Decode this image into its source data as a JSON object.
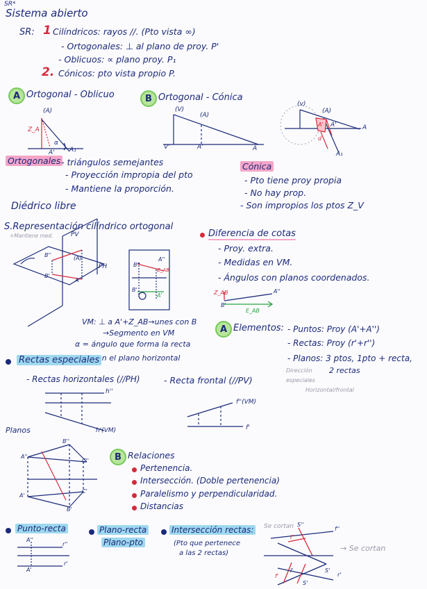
{
  "header": {
    "sr_mark": "SR*",
    "title": "Sistema abierto"
  },
  "sr": {
    "label": "SR:",
    "n1": "1",
    "line1": "Cilíndricos: rayos //. (Pto vista ∞)",
    "line1a": "- Ortogonales: ⊥ al plano de proy. P'",
    "line1b": "- Oblicuos: ∝ plano proy. P₁",
    "n2": "2.",
    "line2": "Cónicos: pto vista propio P."
  },
  "sectionA": {
    "badge": "A",
    "title": "Ortogonal - Oblicuo",
    "labels": {
      "a1": "(A)",
      "za": "Z_A",
      "alpha": "α",
      "a_prime": "A'",
      "a1b": "A₁"
    }
  },
  "sectionB": {
    "badge": "B",
    "title": "Ortogonal - Cónica",
    "labels": {
      "v": "(V)",
      "a": "(A)",
      "v_prime": "V'",
      "a_prime": "A'",
      "a_end": "A"
    }
  },
  "conic_fig": {
    "labels": {
      "v": "(v)",
      "a": "(A)",
      "a_prime": "A'",
      "a_end": "A",
      "a1": "A₁",
      "d": "d",
      "a2": "A'"
    }
  },
  "ortogonales": {
    "tag": "Ortogonales",
    "items": [
      "- triángulos semejantes",
      "- Proyección impropia del pto",
      "- Mantiene la proporción."
    ]
  },
  "conica": {
    "tag": "Cónica",
    "items": [
      "- Pto tiene proy propia",
      "- No hay prop.",
      "- Son impropios los ptos Z_V"
    ]
  },
  "diedrico": {
    "title": "Diédrico libre"
  },
  "representacion": {
    "title": "S.Representación cilíndrico ortogonal",
    "note": "+Mantiene med.",
    "labels": {
      "pv": "PV",
      "ph": "PH",
      "b1": "B''",
      "a1": "(A)",
      "a2": "A'",
      "b2": "B'",
      "d_b": "B''",
      "d_a": "A''",
      "d_zab": "Z_AB",
      "d_b2": "B'",
      "d_a2": "A'"
    }
  },
  "diferencia": {
    "title": "Diferencia de cotas",
    "items": [
      "- Proy. extra.",
      "- Medidas en VM.",
      "- Ángulos con planos coordenados."
    ],
    "labels": {
      "zab": "Z_AB",
      "b": "B'",
      "a": "A''",
      "eab": "E_AB"
    }
  },
  "vm_notes": {
    "line1": "VM: ⊥ a A'+Z_AB→unes con B",
    "line2": "→Segmento en VM",
    "line3": "α = ángulo que forma la recta",
    "line4": "con el plano horizontal"
  },
  "elementos": {
    "badge": "A",
    "title": "Elementos:",
    "items": [
      "- Puntos: Proy (A'+A'')",
      "- Rectas: Proy (r'+r'')",
      "- Planos: 3 ptos, 1pto + recta,"
    ],
    "sub1": "Dirección",
    "sub2": "2 rectas",
    "sub3": "especiales",
    "sub4": "Horizontal/frontal"
  },
  "rectas_especiales": {
    "title": "Rectas especiales",
    "horizontal": "- Rectas horizontales (//PH)",
    "frontal": "- Recta frontal (//PV)",
    "labels": {
      "h2": "h''",
      "h1": "h'(VM)",
      "f2": "f''(VM)",
      "f1": "f'"
    }
  },
  "planos": {
    "title": "Planos",
    "labels": {
      "b2": "B''",
      "a2": "A''",
      "c2": "C''",
      "a1": "A'",
      "c1": "C'",
      "b1": "B'"
    }
  },
  "relaciones": {
    "badge": "B",
    "title": "Relaciones",
    "items": [
      "Pertenencia.",
      "Intersección. (Doble pertenencia)",
      "Paralelismo y perpendicularidad.",
      "Distancias"
    ]
  },
  "bottom": {
    "punto_recta": "Punto-recta",
    "plano_recta": "Plano-recta",
    "plano_pto": "Plano-pto",
    "interseccion": "Intersección rectas:",
    "int_note1": "(Pto que pertenece",
    "int_note2": "a las 2 rectas)",
    "se_cortan_a": "Se cortan",
    "se_cortan_b": "→ Se cortan",
    "labels": {
      "a2": "A''",
      "r2": "r''",
      "a1": "A'",
      "r1": "r'",
      "s2": "S''",
      "f2": "f''",
      "i2": "I''",
      "s1": "S'",
      "f1": "f'",
      "i1": "I'",
      "r": "r'",
      "s1b": "S'"
    }
  },
  "colors": {
    "ink": "#1c2a7a",
    "red": "#d62a3b",
    "green": "#2aa544",
    "pink": "#f4a5c8",
    "blue": "#9ed8ef"
  }
}
